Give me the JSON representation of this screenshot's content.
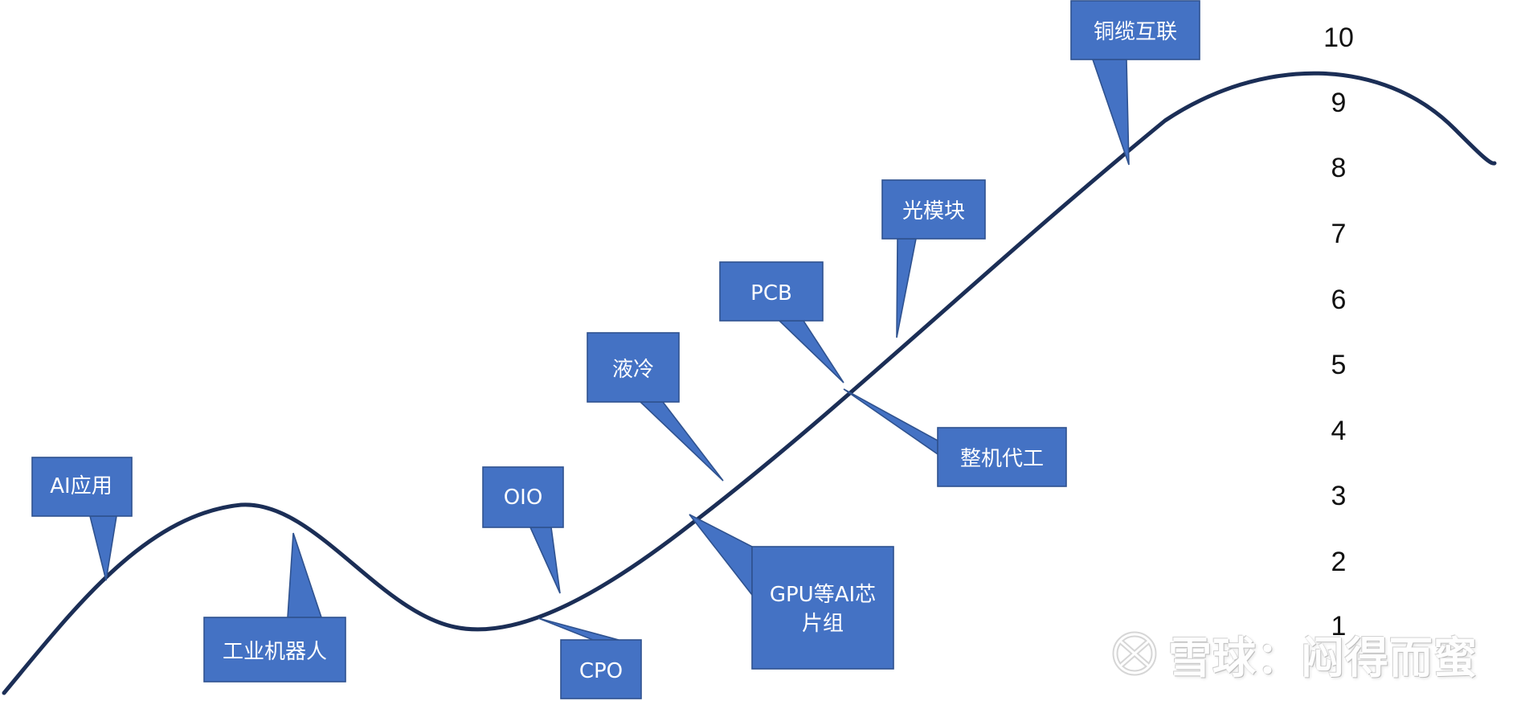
{
  "scale": {
    "labels": [
      "10",
      "9",
      "8",
      "7",
      "6",
      "5",
      "4",
      "3",
      "2",
      "1"
    ]
  },
  "callouts": [
    {
      "id": "ai-app",
      "lines": [
        "AI应用"
      ]
    },
    {
      "id": "industrial-robot",
      "lines": [
        "工业机器人"
      ]
    },
    {
      "id": "oio",
      "lines": [
        "OIO"
      ]
    },
    {
      "id": "cpo",
      "lines": [
        "CPO"
      ]
    },
    {
      "id": "liquid-cooling",
      "lines": [
        "液冷"
      ]
    },
    {
      "id": "gpu-chipset",
      "lines": [
        "GPU等AI芯",
        "片组"
      ]
    },
    {
      "id": "pcb",
      "lines": [
        "PCB"
      ]
    },
    {
      "id": "optical-module",
      "lines": [
        "光模块"
      ]
    },
    {
      "id": "oem",
      "lines": [
        "整机代工"
      ]
    },
    {
      "id": "copper-interconnect",
      "lines": [
        "铜缆互联"
      ]
    }
  ],
  "watermark": {
    "text": "雪球：闷得而蜜"
  },
  "colors": {
    "callout_fill": "#4472c4",
    "callout_border": "#2f528f",
    "curve": "#1b2e56",
    "text_on_callout": "#ffffff",
    "scale_text": "#111111"
  }
}
